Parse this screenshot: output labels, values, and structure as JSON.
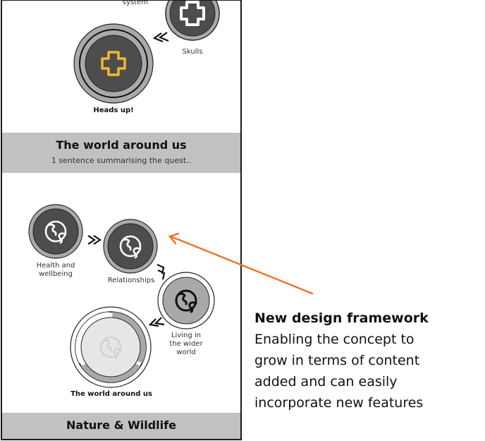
{
  "quest_map": {
    "top_section": {
      "partial_label": "system",
      "nodes": [
        {
          "id": "skulls",
          "label": "Skulls",
          "icon": "plus-icon",
          "state": "completed"
        },
        {
          "id": "heads-up",
          "label": "Heads up!",
          "icon": "plus-icon",
          "state": "current"
        }
      ]
    },
    "sections": [
      {
        "title": "The world around us",
        "subtitle": "1 sentence summarising the quest..",
        "nodes": [
          {
            "id": "health",
            "label": "Health and wellbeing",
            "label_lines": [
              "Health and",
              "wellbeing"
            ],
            "icon": "globe-icon",
            "state": "completed"
          },
          {
            "id": "relationships",
            "label": "Relationships",
            "icon": "globe-icon",
            "state": "completed"
          },
          {
            "id": "living",
            "label": "Living in the wider world",
            "label_lines": [
              "Living in",
              "the wider",
              "world"
            ],
            "icon": "globe-icon",
            "state": "available"
          },
          {
            "id": "world-around-us",
            "label": "The world around us",
            "icon": "globe-icon",
            "state": "locked",
            "progress_segments_complete": 2,
            "progress_segments_total": 3
          }
        ]
      },
      {
        "title": "Nature & Wildlife",
        "subtitle": ""
      }
    ]
  },
  "callout": {
    "heading": "New design framework",
    "body_lines": [
      "Enabling the concept to",
      "grow in terms of content",
      "added and can easily",
      "incorporate new features"
    ]
  },
  "colors": {
    "node_dark": "#4d4d4d",
    "node_ring": "#a9a9a9",
    "banner_bg": "#c1c1c1",
    "accent_gold": "#f5b731",
    "annotation_arrow": "#f37021",
    "locked_fill": "#e6e6e6"
  }
}
